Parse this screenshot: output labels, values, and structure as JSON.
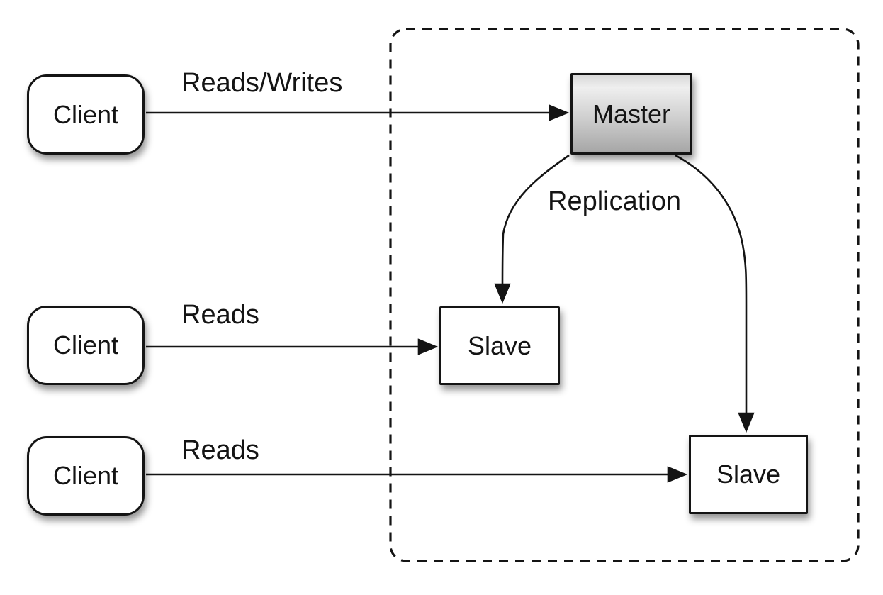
{
  "nodes": {
    "client_top": {
      "label": "Client"
    },
    "client_middle": {
      "label": "Client"
    },
    "client_bottom": {
      "label": "Client"
    },
    "master": {
      "label": "Master"
    },
    "slave_left": {
      "label": "Slave"
    },
    "slave_right": {
      "label": "Slave"
    }
  },
  "edges": {
    "client_top_to_master": {
      "label": "Reads/Writes"
    },
    "client_middle_to_slave_left": {
      "label": "Reads"
    },
    "client_bottom_to_slave_right": {
      "label": "Reads"
    },
    "master_to_slaves": {
      "label": "Replication"
    }
  },
  "colors": {
    "background": "#ffffff",
    "stroke": "#141414",
    "text": "#141414",
    "node-fill": "#ffffff",
    "master-gradient-top": "#d8d8d8",
    "master-gradient-light": "#efefef",
    "master-gradient-mid": "#cfcfcf",
    "master-gradient-bottom": "#a6a6a6"
  }
}
